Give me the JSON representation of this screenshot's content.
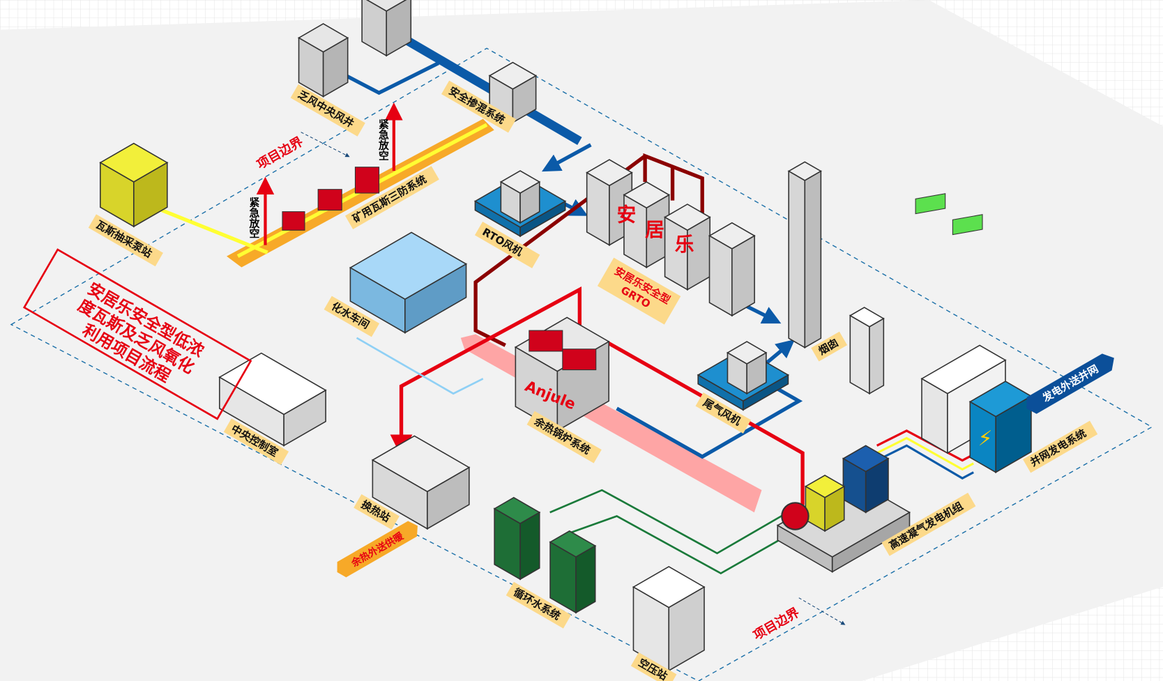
{
  "title": {
    "lines": [
      "安居乐安全型低浓",
      "度瓦斯及乏风氧化",
      "利用项目流程"
    ]
  },
  "labels": {
    "exhaust_shaft": "乏风中央风井",
    "mixing_system": "安全掺混系统",
    "project_boundary_top": "项目边界",
    "project_boundary_bottom": "项目边界",
    "emergency_vent_1": "紧急放空",
    "emergency_vent_2": "紧急放空",
    "gas_pump_station": "瓦斯抽采泵站",
    "gas_safety_system": "矿用瓦斯三防系统",
    "rto_fan": "RTO风机",
    "grto_brand": [
      "安",
      "居",
      "乐"
    ],
    "grto_line1": "安居乐安全型",
    "grto_line2": "GRTO",
    "water_treatment": "化水车间",
    "chimney": "烟囱",
    "control_room": "中央控制室",
    "boiler_brand": "Anjule",
    "waste_heat_boiler": "余热锅炉系统",
    "tail_gas_fan": "尾气风机",
    "grid_export": "发电外送并网",
    "grid_system": "并网发电系统",
    "heat_exchange": "换热站",
    "heat_supply": "余热外送供暖",
    "circulating_water": "循环水系统",
    "generator": "高速凝气发电机组",
    "air_compressor": "空压站"
  },
  "colors": {
    "background": "#f2f2f2",
    "label_bg": "#fcd98a",
    "red": "#e60012",
    "blue_pipe": "#0b5aa8",
    "dark_red_pipe": "#8b0000",
    "orange_pipe": "#f7a928",
    "yellow_pipe": "#ffff33",
    "boundary": "#1a6fa8"
  }
}
